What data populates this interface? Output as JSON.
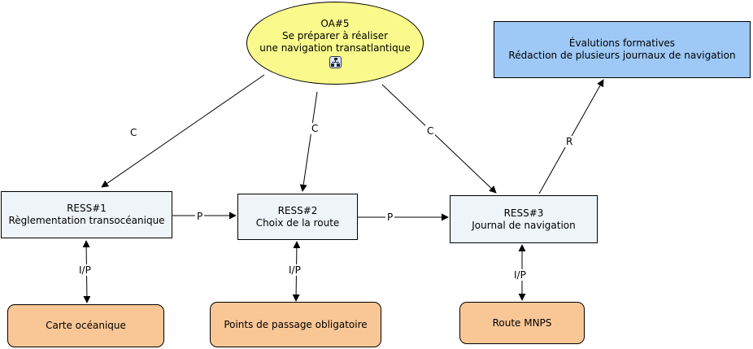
{
  "nodes": {
    "oa5": {
      "lines": [
        "OA#5",
        "Se préparer à réaliser",
        "une navigation transatlantique"
      ],
      "icon": "concept-map-icon"
    },
    "evaluations": {
      "lines": [
        "Évalutions formatives",
        "Rédaction de plusieurs journaux de navigation"
      ]
    },
    "ress1": {
      "lines": [
        "RESS#1",
        "Règlementation transocéanique"
      ]
    },
    "ress2": {
      "lines": [
        "RESS#2",
        "Choix de la route"
      ]
    },
    "ress3": {
      "lines": [
        "RESS#3",
        "Journal de navigation"
      ]
    },
    "carte": {
      "lines": [
        "Carte océanique"
      ]
    },
    "points": {
      "lines": [
        "Points de passage obligatoire"
      ]
    },
    "mnps": {
      "lines": [
        "Route MNPS"
      ]
    }
  },
  "links": [
    {
      "from": "oa5",
      "to": "ress1",
      "label": "C"
    },
    {
      "from": "oa5",
      "to": "ress2",
      "label": "C"
    },
    {
      "from": "oa5",
      "to": "ress3",
      "label": "C"
    },
    {
      "from": "ress3",
      "to": "evaluations",
      "label": "R"
    },
    {
      "from": "ress1",
      "to": "ress2",
      "label": "P"
    },
    {
      "from": "ress2",
      "to": "ress3",
      "label": "P"
    },
    {
      "from": "ress1",
      "to": "carte",
      "label": "I/P",
      "bidirectional": true
    },
    {
      "from": "ress2",
      "to": "points",
      "label": "I/P",
      "bidirectional": true
    },
    {
      "from": "ress3",
      "to": "mnps",
      "label": "I/P",
      "bidirectional": true
    }
  ],
  "colors": {
    "objective_fill": "#fafa8c",
    "resource_fill": "#eef4f7",
    "evaluation_fill": "#9ec9f7",
    "material_fill": "#f9c796",
    "line": "#000000"
  }
}
